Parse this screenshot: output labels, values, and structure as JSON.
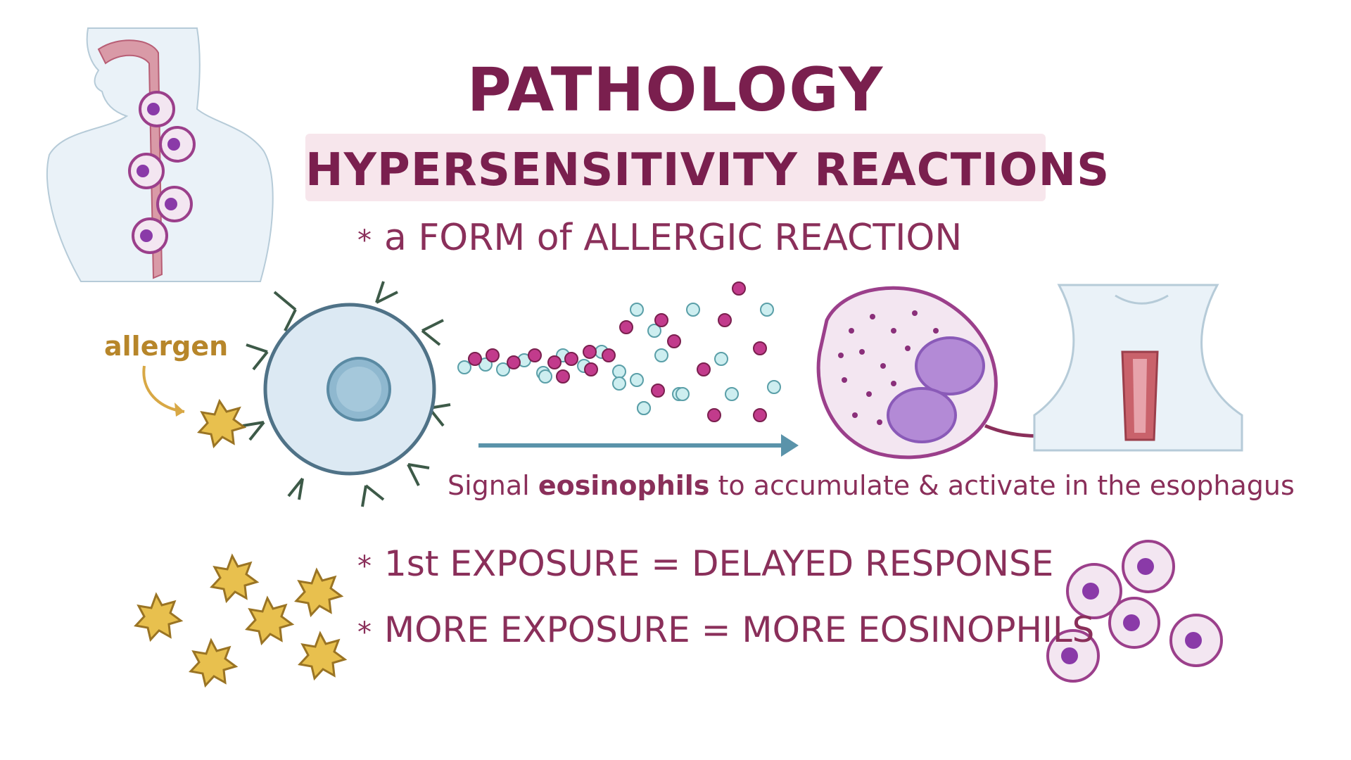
{
  "title": "PATHOLOGY",
  "subtitle": "HYPERSENSITIVITY REACTIONS",
  "bullets": [
    "a FORM of ALLERGIC REACTION",
    "1st EXPOSURE = DELAYED RESPONSE",
    "MORE EXPOSURE = MORE EOSINOPHILS"
  ],
  "bullet_marker": "*",
  "allergen_label": "allergen",
  "signal_text": {
    "before": "Signal ",
    "bold": "eosinophils",
    "after": " to accumulate & activate in the esophagus"
  },
  "colors": {
    "title": "#7a1f4e",
    "text": "#8a2f5a",
    "allergen": "#e8c04e",
    "allergen_label": "#b7862a",
    "mast_cell": "#dce9f3",
    "cyan_dot": "#cdeef0",
    "magenta_dot": "#c23b8c",
    "arrow_blue": "#5a93aa",
    "arrow_maroon": "#8a2f5a",
    "eosinophil": "#f3e6f1"
  }
}
